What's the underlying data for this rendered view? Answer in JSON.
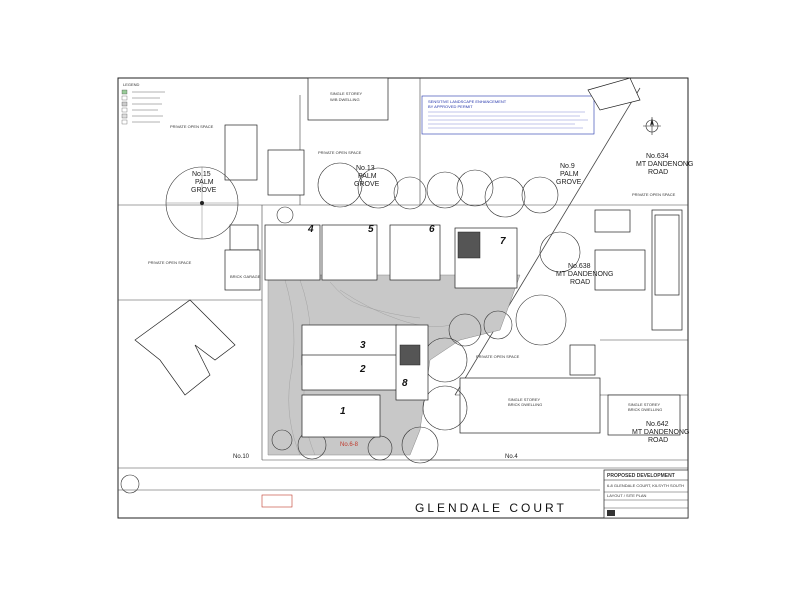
{
  "legend": {
    "title": "LEGEND",
    "items": [
      "",
      "",
      "",
      "",
      "",
      ""
    ]
  },
  "notes": {
    "title": "SENSITIVE LANDSCAPE ENHANCEMENT",
    "subtitle": "BY APPROVED PERMIT",
    "lines": [
      "",
      "",
      "",
      "",
      "",
      ""
    ]
  },
  "lots": [
    {
      "name": "No.15",
      "sub": "PALM",
      "sub2": "GROVE"
    },
    {
      "name": "No.13",
      "sub": "PALM",
      "sub2": "GROVE"
    },
    {
      "name": "No.9",
      "sub": "PALM",
      "sub2": "GROVE"
    },
    {
      "name": "No.634",
      "sub": "MT DANDENONG",
      "sub2": "ROAD"
    },
    {
      "name": "No.638",
      "sub": "MT DANDENONG",
      "sub2": "ROAD"
    },
    {
      "name": "No.642",
      "sub": "MT DANDENONG",
      "sub2": "ROAD"
    },
    {
      "name": "No.10"
    },
    {
      "name": "No.4"
    },
    {
      "name": "No.6-8"
    }
  ],
  "labels": {
    "single_storey_top": "SINGLE STOREY",
    "weatherboard": "W/B DWELLING",
    "private_open_space": "PRIVATE OPEN SPACE",
    "single_storey_brick": "SINGLE STOREY",
    "brick_dwelling": "BRICK DWELLING",
    "brick_garage": "BRICK GARAGE"
  },
  "units": [
    "1",
    "2",
    "3",
    "4",
    "5",
    "6",
    "7",
    "8"
  ],
  "street": "GLENDALE COURT",
  "title_block": {
    "heading": "PROPOSED DEVELOPMENT",
    "address": "6-8 GLENDALE COURT, KILSYTH SOUTH",
    "drawing": "LAYOUT / SITE PLAN"
  },
  "icons": {
    "north": "north-arrow-icon"
  }
}
